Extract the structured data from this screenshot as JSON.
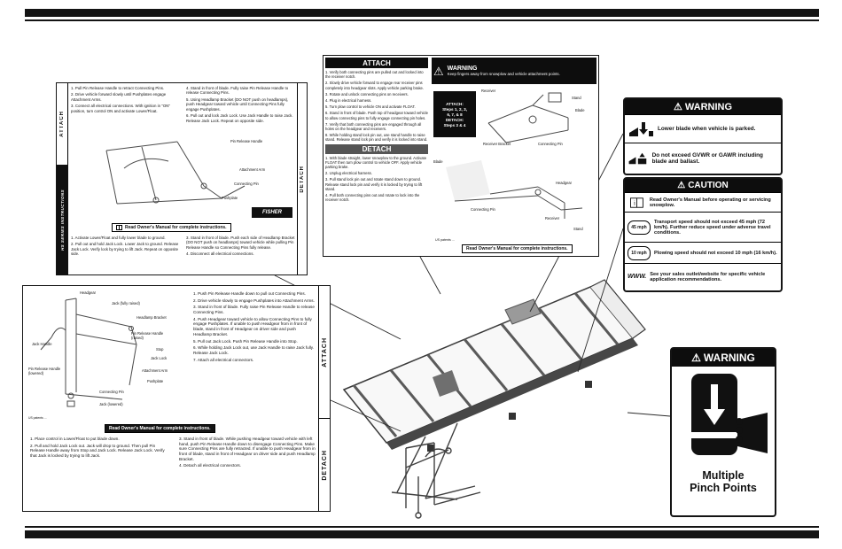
{
  "doc": {
    "manual_bar": "Read Owner's Manual for complete instructions."
  },
  "hs_label": {
    "attach_vertical": "ATTACH",
    "detach_vertical": "DETACH",
    "series_logo": "HS SERIES INSTRUCTIONS",
    "brand": "FISHER",
    "attach_col1": [
      "1. Pull Pin Release Handle to retract Connecting Pins.",
      "2. Drive vehicle forward slowly until Pushplates engage Attachment Arms.",
      "3. Connect all electrical connections. With ignition in \"ON\" position, turn control ON and activate Lower/Float."
    ],
    "attach_col2": [
      "4. Stand in front of blade. Fully raise Pin Release Handle to release Connecting Pins.",
      "5. Using Headlamp Bracket (DO NOT push on headlamps), push Headgear toward vehicle until Connecting Pins fully engage Pushplates.",
      "6. Pull out and lock Jack Lock. Use Jack Handle to raise Jack. Release Jack Lock. Repeat on opposite side."
    ],
    "callouts": {
      "pin_release_handle": "Pin Release Handle",
      "attachment_arm": "Attachment Arm",
      "connecting_pin": "Connecting Pin",
      "pushplate": "Pushplate"
    },
    "detach_col1": [
      "1. Activate Lower/Float and fully lower blade to ground.",
      "2. Pull out and hold Jack Lock. Lower Jack to ground. Release Jack Lock. Verify lock by trying to lift Jack. Repeat on opposite side."
    ],
    "detach_col2": [
      "3. Stand in front of blade. Push each side of Headlamp Bracket (DO NOT push on headlamps) toward vehicle while pulling Pin Release Handle so Connecting Pins fully release.",
      "4. Disconnect all electrical connections."
    ]
  },
  "attach_detach_label": {
    "attach_header": "ATTACH",
    "detach_header": "DETACH",
    "warning_title": "WARNING",
    "warning_text": "Keep fingers away from snowplow and vehicle attachment points.",
    "steps_box": [
      "ATTACH:",
      "Steps 1, 2, 3,",
      "6, 7, & 8",
      "DETACH:",
      "Steps 3 & 4"
    ],
    "attach_steps": [
      "1. Verify both connecting pins are pulled out and locked into the receiver notch.",
      "2. Slowly drive vehicle forward to engage rear receiver pins completely into headgear slots. Apply vehicle parking brake.",
      "3. Rotate and unlock connecting pins on receivers.",
      "4. Plug in electrical harness.",
      "5. Turn plow control to vehicle ON and activate FLOAT.",
      "6. Stand in front of blade. Push top of headgear toward vehicle to allow connecting pins to fully engage connecting pin holes.",
      "7. Verify that both connecting pins are engaged through all holes on the headgear and receivers.",
      "8. While holding stand lock pin out, use stand handle to raise stand. Release stand lock pin and verify it is locked into stand."
    ],
    "detach_steps": [
      "1. With blade straight, lower snowplow to the ground. Activate FLOAT then turn plow control to vehicle OFF. Apply vehicle parking brake.",
      "2. Unplug electrical harness.",
      "3. Pull stand lock pin out and rotate stand down to ground. Release stand lock pin and verify it is locked by trying to lift stand.",
      "4. Pull both connecting pins out and rotate to lock into the receiver notch."
    ],
    "upper_callouts": {
      "receiver": "Receiver",
      "stand": "Stand",
      "blade": "Blade",
      "receiver_bracket": "Receiver Bracket",
      "connecting_pin": "Connecting Pin"
    },
    "lower_callouts": {
      "blade": "Blade",
      "connecting_pin": "Connecting Pin",
      "headgear": "Headgear",
      "receiver": "Receiver",
      "stand": "Stand"
    },
    "patents": "US patents ..."
  },
  "warning_label": {
    "title": "WARNING",
    "item1": "Lower blade when vehicle is parked.",
    "item2": "Do not exceed GVWR or GAWR including blade and ballast."
  },
  "caution_label": {
    "title": "CAUTION",
    "item1": "Read Owner's Manual before operating or servicing snowplow.",
    "item2": "Transport speed should not exceed 45 mph (72 km/h). Further reduce speed under adverse travel conditions.",
    "item3": "Plowing speed should not exceed 10 mph (16 km/h).",
    "item4": "See your sales outlet/website for specific vehicle application recommendations.",
    "speed45": "45 mph",
    "speed10": "10 mph",
    "www": "WWW."
  },
  "pinch_label": {
    "title": "WARNING",
    "line1": "Multiple",
    "line2": "Pinch Points"
  },
  "headgear_label": {
    "attach_vertical": "ATTACH",
    "detach_vertical": "DETACH",
    "callouts": {
      "headgear": "Headgear",
      "jack_raised": "Jack (fully raised)",
      "headlamp_bracket": "Headlamp Bracket",
      "pin_release_raised": "Pin Release Handle (raised)",
      "stop": "Stop",
      "jack_lock": "Jack Lock",
      "jack_handle": "Jack Handle",
      "pin_release_lowered": "Pin Release Handle (lowered)",
      "attachment_arm": "Attachment Arm",
      "pushplate": "Pushplate",
      "connecting_pin": "Connecting Pin",
      "jack_lowered": "Jack (lowered)"
    },
    "attach_steps": [
      "1. Push Pin Release Handle down to pull out Connecting Pins.",
      "2. Drive vehicle slowly to engage Pushplates into Attachment Arms.",
      "3. Stand in front of blade. Fully raise Pin Release Handle to release Connecting Pins.",
      "4. Push Headgear toward vehicle to allow Connecting Pins to fully engage Pushplates. If unable to push Headgear from in front of blade, stand in front of Headgear on driver side and push Headlamp Bracket.",
      "5. Pull out Jack Lock. Push Pin Release Handle into Stop.",
      "6. While holding Jack Lock out, use Jack Handle to raise Jack fully. Release Jack Lock.",
      "7. Attach all electrical connectors."
    ],
    "detach_col1": [
      "1. Place control in Lower/Float to put blade down.",
      "2. Pull and hold Jack Lock out. Jack will drop to ground. Then pull Pin Release Handle away from Stop and Jack Lock. Release Jack Lock. Verify that Jack is locked by trying to lift Jack."
    ],
    "detach_col2": [
      "3. Stand in front of blade. While pushing Headgear toward vehicle with left hand, push Pin Release Handle down to disengage Connecting Pins. Make sure Connecting Pins are fully retracted. If unable to push Headgear from in front of blade, stand in front of Headgear on driver side and push Headlamp Bracket.",
      "4. Detach all electrical connectors."
    ],
    "patents": "US patents ..."
  }
}
